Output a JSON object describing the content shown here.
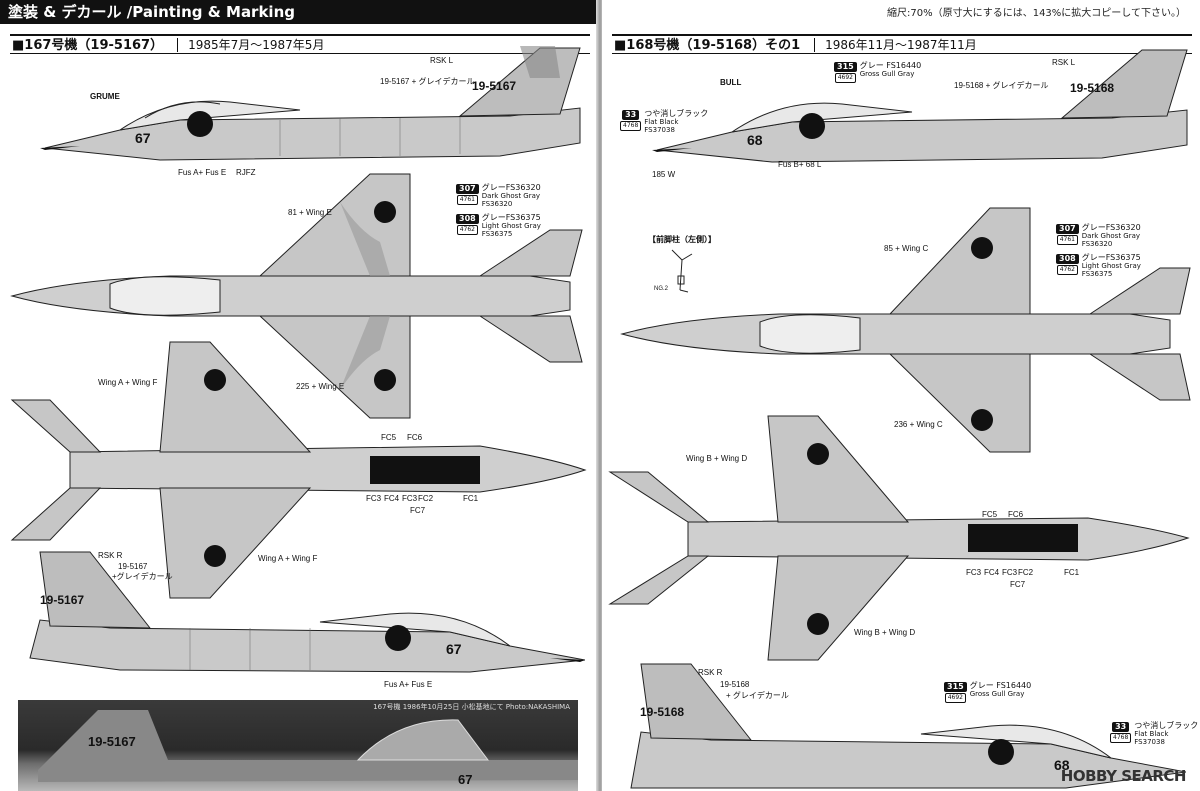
{
  "header": {
    "title": "塗装 & デカール /Painting & Marking",
    "scale_note": "縮尺:70%（原寸大にするには、143%に拡大コピーして下さい。）"
  },
  "left": {
    "section": {
      "num": "■167号機（19-5167）",
      "date": "1985年7月～1987年5月"
    },
    "labels": {
      "rsk_l": "RSK L",
      "serial_decal": "19-5167 + グレイデカール",
      "grume": "GRUME",
      "fus_a_e": "Fus A+ Fus E",
      "rjfz": "RJFZ",
      "wing_e_81": "81 + Wing E",
      "wing_e_225": "225 + Wing E",
      "wing_af_1": "Wing A + Wing F",
      "wing_af_2": "Wing A + Wing F",
      "fc5": "FC5",
      "fc6": "FC6",
      "fc3": "FC3",
      "fc4": "FC4",
      "fc2": "FC2",
      "fc7": "FC7",
      "fc1": "FC1",
      "rsk_r": "RSK R",
      "serial_r1": "19-5167",
      "serial_r2": "+グレイデカール",
      "fus_a_e_2": "Fus A+ Fus E",
      "tail_serial": "19-5167",
      "nose_num": "67",
      "tail_serial_r": "19-5167",
      "nose_num_r": "67"
    },
    "paints": [
      {
        "code": "307",
        "sub": "4761",
        "jp": "グレーFS36320",
        "en": "Dark Ghost Gray",
        "fs": "FS36320"
      },
      {
        "code": "308",
        "sub": "4762",
        "jp": "グレーFS36375",
        "en": "Light Ghost Gray",
        "fs": "FS36375"
      }
    ],
    "photo": {
      "caption": "167号機 1986年10月25日 小松基地にて Photo:NAKASHIMA",
      "serial": "19-5167",
      "num": "67"
    }
  },
  "right": {
    "section": {
      "num": "■168号機（19-5168）その1",
      "date": "1986年11月～1987年11月"
    },
    "labels": {
      "rsk_l": "RSK L",
      "serial_decal": "19-5168 + グレイデカール",
      "bull": "BULL",
      "fus_b_68": "Fus B+ 68 L",
      "w185": "185 W",
      "wing_c_85": "85 + Wing C",
      "wing_c_236": "236 + Wing C",
      "wing_bd_1": "Wing B + Wing D",
      "wing_bd_2": "Wing B + Wing D",
      "fc5": "FC5",
      "fc6": "FC6",
      "fc3": "FC3",
      "fc4": "FC4",
      "fc2": "FC2",
      "fc7": "FC7",
      "fc1": "FC1",
      "rsk_r": "RSK R",
      "serial_r1": "19-5168",
      "serial_r2": "+ グレイデカール",
      "inset_title": "【前脚柱（左側）】",
      "inset_n": "NG.2",
      "tail_serial": "19-5168",
      "nose_num": "68",
      "tail_serial_r": "19-5168",
      "nose_num_r": "68"
    },
    "paints": [
      {
        "code": "33",
        "sub": "4768",
        "jp": "つや消しブラック",
        "en": "Flat Black",
        "fs": "FS37038"
      },
      {
        "code": "315",
        "sub": "4692",
        "jp": "グレー FS16440",
        "en": "Gross Gull Gray",
        "fs": ""
      },
      {
        "code": "307",
        "sub": "4761",
        "jp": "グレーFS36320",
        "en": "Dark Ghost Gray",
        "fs": "FS36320"
      },
      {
        "code": "308",
        "sub": "4762",
        "jp": "グレーFS36375",
        "en": "Light Ghost Gray",
        "fs": "FS36375"
      },
      {
        "code": "315",
        "sub": "4692",
        "jp": "グレー FS16440",
        "en": "Gross Gull Gray",
        "fs": ""
      },
      {
        "code": "33",
        "sub": "4768",
        "jp": "つや消しブラック",
        "en": "Flat Black",
        "fs": "FS37038"
      }
    ]
  },
  "watermark": "HOBBY SEARCH"
}
